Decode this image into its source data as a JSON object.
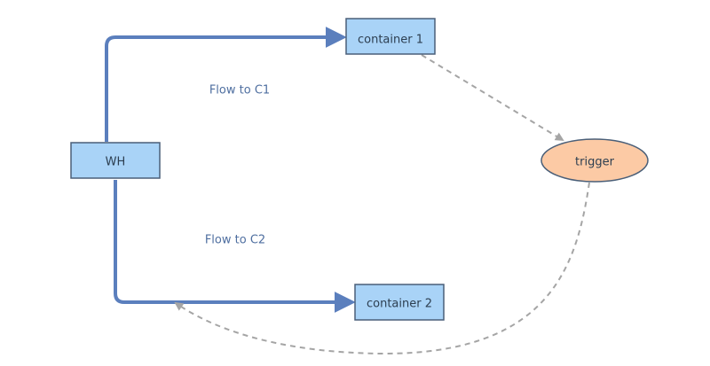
{
  "diagram": {
    "nodes": {
      "wh": {
        "label": "WH"
      },
      "container1": {
        "label": "container 1"
      },
      "container2": {
        "label": "container 2"
      },
      "trigger": {
        "label": "trigger"
      }
    },
    "edges": {
      "wh_to_c1": {
        "label": "Flow to C1"
      },
      "wh_to_c2": {
        "label": "Flow to C2"
      }
    },
    "colors": {
      "box_fill": "#a9d3f7",
      "box_stroke": "#4a5f78",
      "trigger_fill": "#fccaa5",
      "trigger_stroke": "#4a5f78",
      "flow_line": "#5b7fbd",
      "dashed_line": "#a5a5a5",
      "text": "#2c3e50",
      "edge_label": "#4f6fa0"
    }
  }
}
